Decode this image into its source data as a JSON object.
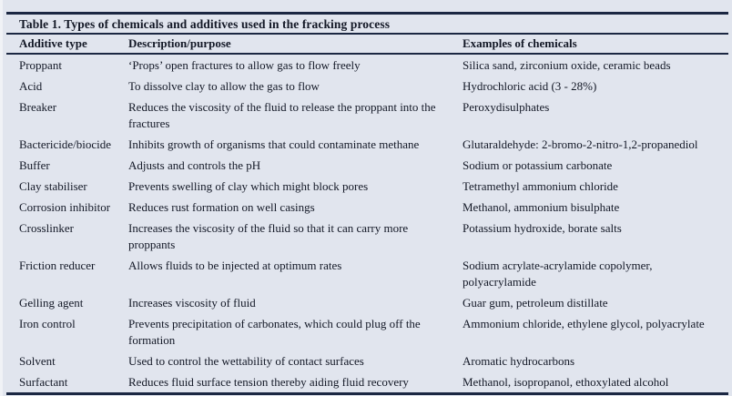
{
  "colors": {
    "background": "#e1e5ee",
    "rule": "#1b2742",
    "text": "#131826"
  },
  "table": {
    "title": "Table 1. Types of chemicals and additives used in the fracking process",
    "columns": [
      "Additive type",
      "Description/purpose",
      "Examples of chemicals"
    ],
    "rows": [
      [
        "Proppant",
        "‘Props’ open fractures to allow gas to flow freely",
        "Silica sand, zirconium oxide, ceramic beads"
      ],
      [
        "Acid",
        "To dissolve clay to allow the gas to flow",
        "Hydrochloric acid (3 - 28%)"
      ],
      [
        "Breaker",
        "Reduces the viscosity of the fluid to release the proppant into the fractures",
        "Peroxydisulphates"
      ],
      [
        "Bactericide/biocide",
        "Inhibits growth of organisms that could contaminate methane",
        "Glutaraldehyde: 2-bromo-2-nitro-1,2-propanediol"
      ],
      [
        "Buffer",
        "Adjusts and controls the pH",
        "Sodium or potassium carbonate"
      ],
      [
        "Clay stabiliser",
        "Prevents swelling of clay which might block pores",
        "Tetramethyl ammonium chloride"
      ],
      [
        "Corrosion inhibitor",
        "Reduces rust formation on well casings",
        "Methanol, ammonium bisulphate"
      ],
      [
        "Crosslinker",
        "Increases the viscosity of the fluid so that it can carry more proppants",
        "Potassium hydroxide, borate salts"
      ],
      [
        "Friction reducer",
        "Allows fluids to be injected at optimum rates",
        "Sodium acrylate-acrylamide copolymer, polyacrylamide"
      ],
      [
        "Gelling agent",
        "Increases viscosity of fluid",
        "Guar gum, petroleum distillate"
      ],
      [
        "Iron control",
        "Prevents precipitation of carbonates, which could plug off the formation",
        "Ammonium chloride, ethylene glycol, polyacrylate"
      ],
      [
        "Solvent",
        "Used to control the wettability of contact surfaces",
        "Aromatic hydrocarbons"
      ],
      [
        "Surfactant",
        "Reduces fluid surface tension thereby aiding fluid recovery",
        "Methanol, isopropanol, ethoxylated alcohol"
      ]
    ]
  }
}
